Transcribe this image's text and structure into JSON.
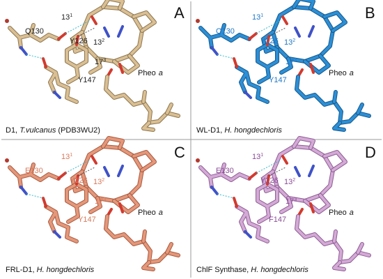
{
  "divider_color": "#9a9a9a",
  "pheo_label": {
    "name": "Pheo",
    "suffix": "a"
  },
  "panels": [
    {
      "letter": "A",
      "color": "#d9bf93",
      "edge": "#8d7650",
      "text_color": "#222222",
      "residue_130": "Q130",
      "residue_126": "Y126",
      "residue_147": "Y147",
      "caption": {
        "a": "D1, ",
        "species": "T.vulcanus",
        "b": " (PDB3WU2)"
      }
    },
    {
      "letter": "B",
      "color": "#2c8fd6",
      "edge": "#16588a",
      "text_color": "#1f77c8",
      "residue_130": "Q130",
      "residue_126": "Y126",
      "residue_147": "Y147",
      "caption": {
        "a": "WL-D1, ",
        "species": "H. hongdechloris",
        "b": ""
      }
    },
    {
      "letter": "C",
      "color": "#e5977a",
      "edge": "#a65a3f",
      "text_color": "#d9795a",
      "residue_130": "E130",
      "residue_126": "Y126",
      "residue_147": "Y147",
      "caption": {
        "a": "FRL-D1, ",
        "species": "H. hongdechloris",
        "b": ""
      }
    },
    {
      "letter": "D",
      "color": "#d4a9d6",
      "edge": "#8d5e93",
      "text_color": "#8a4a97",
      "residue_130": "E130",
      "residue_126": "Y126",
      "residue_147": "F147",
      "caption": {
        "a": "ChlF Synthase, ",
        "species": "H. hongdechloris",
        "b": ""
      }
    }
  ],
  "positions": {
    "p131": {
      "base": "13",
      "sup": "1"
    },
    "p132": {
      "base": "13",
      "sup": "2"
    },
    "p173": {
      "base": "17",
      "sup": "3"
    }
  }
}
